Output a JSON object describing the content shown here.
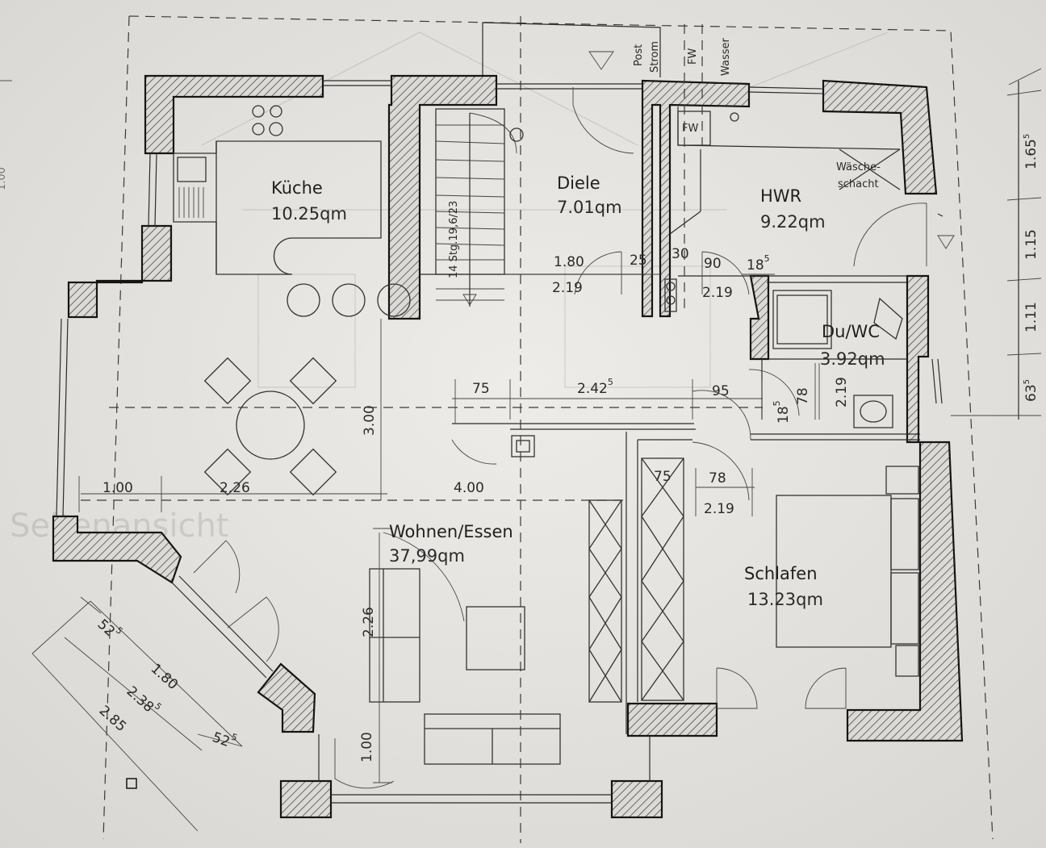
{
  "rooms": {
    "kitchen": {
      "name": "Küche",
      "area": "10.25qm"
    },
    "hall": {
      "name": "Diele",
      "area": "7.01qm"
    },
    "utility": {
      "name": "HWR",
      "area": "9.22qm"
    },
    "shower": {
      "name": "Du/WC",
      "area": "3.92qm"
    },
    "living": {
      "name": "Wohnen/Essen",
      "area": "37,99qm"
    },
    "bedroom": {
      "name": "Schlafen",
      "area": "13.23qm"
    }
  },
  "labels": {
    "post": "Post",
    "strom": "Strom",
    "fw_top": "FW",
    "wasser": "Wasser",
    "fw_box": "FW",
    "waesche": "Wäsche-",
    "schacht": "schacht",
    "stairs": "14 Stg.19,6/23"
  },
  "dimensions": {
    "d180_hall": "1.80",
    "d25": "25",
    "d30": "30",
    "d90": "90",
    "d185": "18",
    "d185_sup": "5",
    "d219_hall": "2.19",
    "d219_hwr": "2.19",
    "d75_top": "75",
    "d2425": "2.42",
    "d2425_sup": "5",
    "d95": "95",
    "d78_wc": "78",
    "d219_wc": "2.19",
    "d185_wc": "18",
    "d185_wc_sup": "5",
    "d100_left": "1.00",
    "d226_left": "2.26",
    "d400": "4.00",
    "d300": "3.00",
    "d75_bed": "75",
    "d78_bed": "78",
    "d219_bed": "2.19",
    "d226_living": "2.26",
    "d100_bottom": "1.00",
    "d525_a": "52",
    "d525_a_sup": "5",
    "d180_bay": "1.80",
    "d2385": "2.38",
    "d2385_sup": "5",
    "d285": "2.85",
    "d525_b": "52",
    "d525_b_sup": "5",
    "r1655": "1.65",
    "r1655_sup": "5",
    "r115": "1.15",
    "r111": "1.11",
    "r635": "63",
    "r635_sup": "5",
    "l100": "1.00",
    "faint_text": "Seitenansicht"
  }
}
